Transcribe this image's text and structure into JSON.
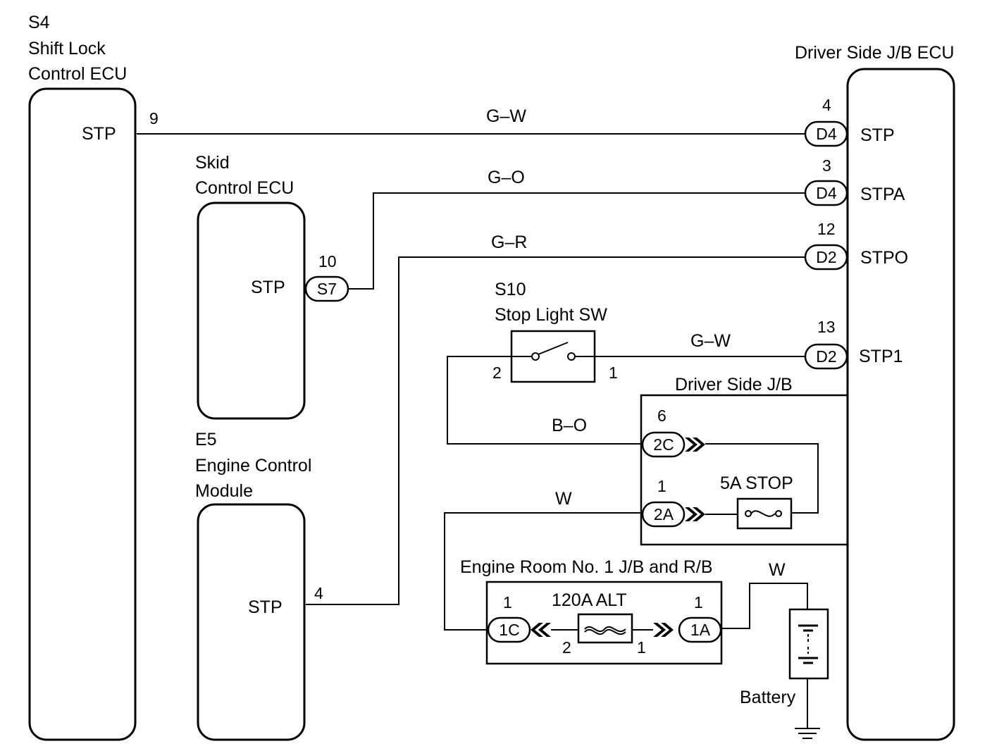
{
  "components": {
    "shift_lock_ecu": {
      "code": "S4",
      "name_line1": "Shift Lock",
      "name_line2": "Control ECU",
      "terminal": "STP",
      "pin": "9"
    },
    "skid_control_ecu": {
      "name_line1": "Skid",
      "name_line2": "Control ECU",
      "terminal": "STP",
      "pin": "10",
      "connector": "S7"
    },
    "engine_control_module": {
      "code": "E5",
      "name_line1": "Engine Control",
      "name_line2": "Module",
      "terminal": "STP",
      "pin": "4"
    },
    "driver_side_jb_ecu": {
      "name": "Driver Side J/B ECU",
      "terminals": [
        {
          "pin": "4",
          "connector": "D4",
          "label": "STP"
        },
        {
          "pin": "3",
          "connector": "D4",
          "label": "STPA"
        },
        {
          "pin": "12",
          "connector": "D2",
          "label": "STPO"
        },
        {
          "pin": "13",
          "connector": "D2",
          "label": "STP1"
        }
      ]
    },
    "stop_light_switch": {
      "code": "S10",
      "name": "Stop Light SW",
      "pin_left": "2",
      "pin_right": "1"
    },
    "driver_side_jb": {
      "name": "Driver Side J/B",
      "connector_top": {
        "pin": "6",
        "connector": "2C"
      },
      "connector_bottom": {
        "pin": "1",
        "connector": "2A"
      },
      "fuse": "5A STOP"
    },
    "engine_room_jb": {
      "name": "Engine Room No. 1 J/B and R/B",
      "connector_left": {
        "pin": "1",
        "connector": "1C"
      },
      "connector_right": {
        "pin": "1",
        "connector": "1A"
      },
      "fuse": "120A ALT",
      "fuse_pin_left": "2",
      "fuse_pin_right": "1"
    },
    "battery": {
      "name": "Battery"
    }
  },
  "wires": {
    "stp_to_jb": "G–W",
    "skid_to_jb": "G–O",
    "ecm_to_jb": "G–R",
    "sw_to_jb": "G–W",
    "sw_to_2c": "B–O",
    "er_to_2a": "W",
    "battery": "W"
  }
}
